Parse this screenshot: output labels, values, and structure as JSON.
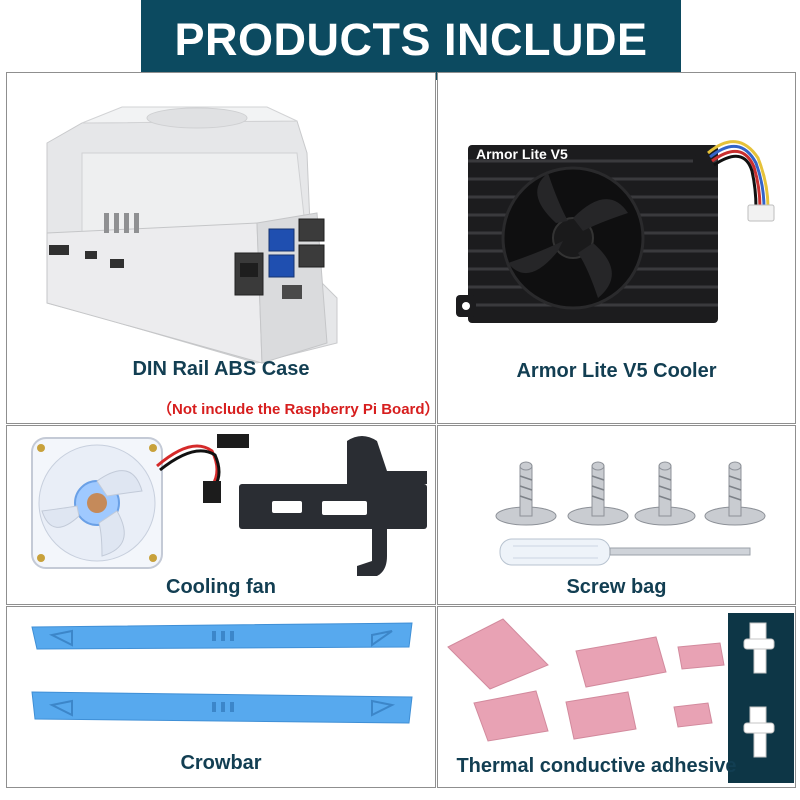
{
  "title": "PRODUCTS INCLUDE",
  "items": [
    {
      "label": "DIN Rail ABS Case",
      "note": "（Not include the Raspberry Pi Board）"
    },
    {
      "label": "Armor Lite V5 Cooler",
      "product_marking": "Armor Lite V5"
    },
    {
      "label": "Cooling fan"
    },
    {
      "label": "Screw bag"
    },
    {
      "label": "Crowbar"
    },
    {
      "label": "Thermal conductive adhesive"
    }
  ],
  "colors": {
    "banner": "#0c4a60",
    "label_text": "#123e52",
    "note_text": "#d71e1e",
    "crowbar_blue": "#57a9ee",
    "thermal_pad_pink": "#e8a2b4",
    "border": "#8f8f8f"
  }
}
